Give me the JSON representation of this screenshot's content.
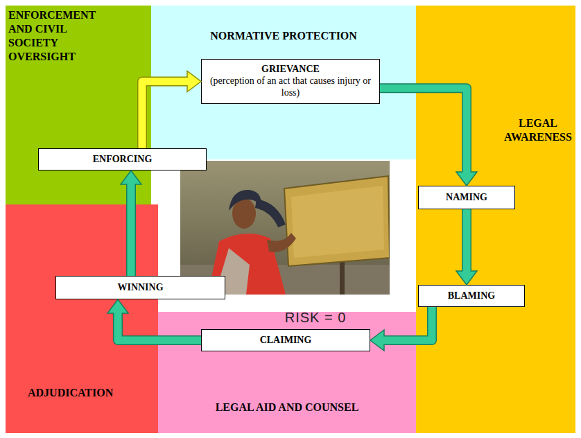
{
  "diagram": {
    "nodes": [
      {
        "text": [
          "ENFORCEMENT AND CIVIL SOCIETY OVERSIGHT"
        ]
      },
      {
        "text": [
          "NORMATIVE PROTECTION"
        ]
      },
      {
        "text": [
          "GRIEVANCE",
          "(perception of an act that causes injury or loss)"
        ],
        "in": 1
      },
      {
        "text": [
          "LEGAL AWARENESS"
        ]
      },
      {
        "text": [
          "NAMING"
        ],
        "in": 3
      },
      {
        "text": [
          "BLAMING"
        ],
        "in": 3
      },
      {
        "text": [
          "LEGAL AID AND COUNSEL"
        ]
      },
      {
        "text": [
          "CLAIMING"
        ],
        "in": 6
      },
      {
        "text": [
          "ADJUDICATION"
        ]
      },
      {
        "text": [
          "WINNING"
        ]
      },
      {
        "text": [
          "ENFORCING"
        ]
      }
    ],
    "edges": [
      {
        "from": 2,
        "to": 4,
        "arrow": "to"
      },
      {
        "from": 4,
        "to": 5,
        "arrow": "to"
      },
      {
        "from": 5,
        "to": 7,
        "arrow": "to"
      },
      {
        "from": 7,
        "to": 9,
        "arrow": "to"
      },
      {
        "from": 9,
        "to": 10,
        "arrow": "to"
      },
      {
        "from": 10,
        "to": 2,
        "arrow": "to"
      }
    ],
    "labels": [
      "RISK = 0"
    ]
  }
}
